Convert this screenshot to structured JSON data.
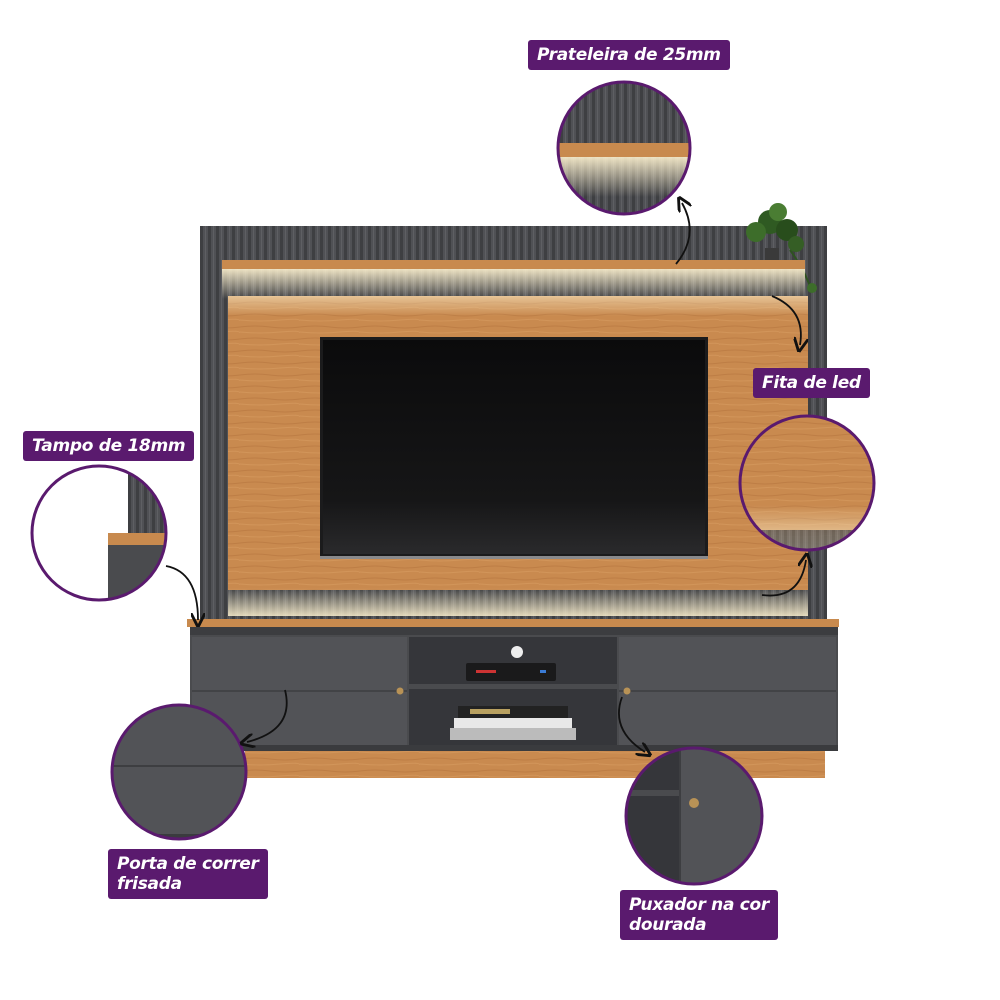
{
  "labels": {
    "prateleira": "Prateleira de 25mm",
    "fita_led": "Fita de led",
    "tampo": "Tampo de 18mm",
    "porta": "Porta de correr\nfrisada",
    "puxador": "Puxador na cor\ndourada"
  },
  "colors": {
    "accent": "#5a1a6e",
    "graphite": "#4a4b4e",
    "wood": "#c88a4e",
    "screen": "#0f0f10"
  },
  "icons": [
    "plant-icon",
    "tv-screen-icon",
    "receiver-icon",
    "books-icon",
    "arrow-icon"
  ]
}
